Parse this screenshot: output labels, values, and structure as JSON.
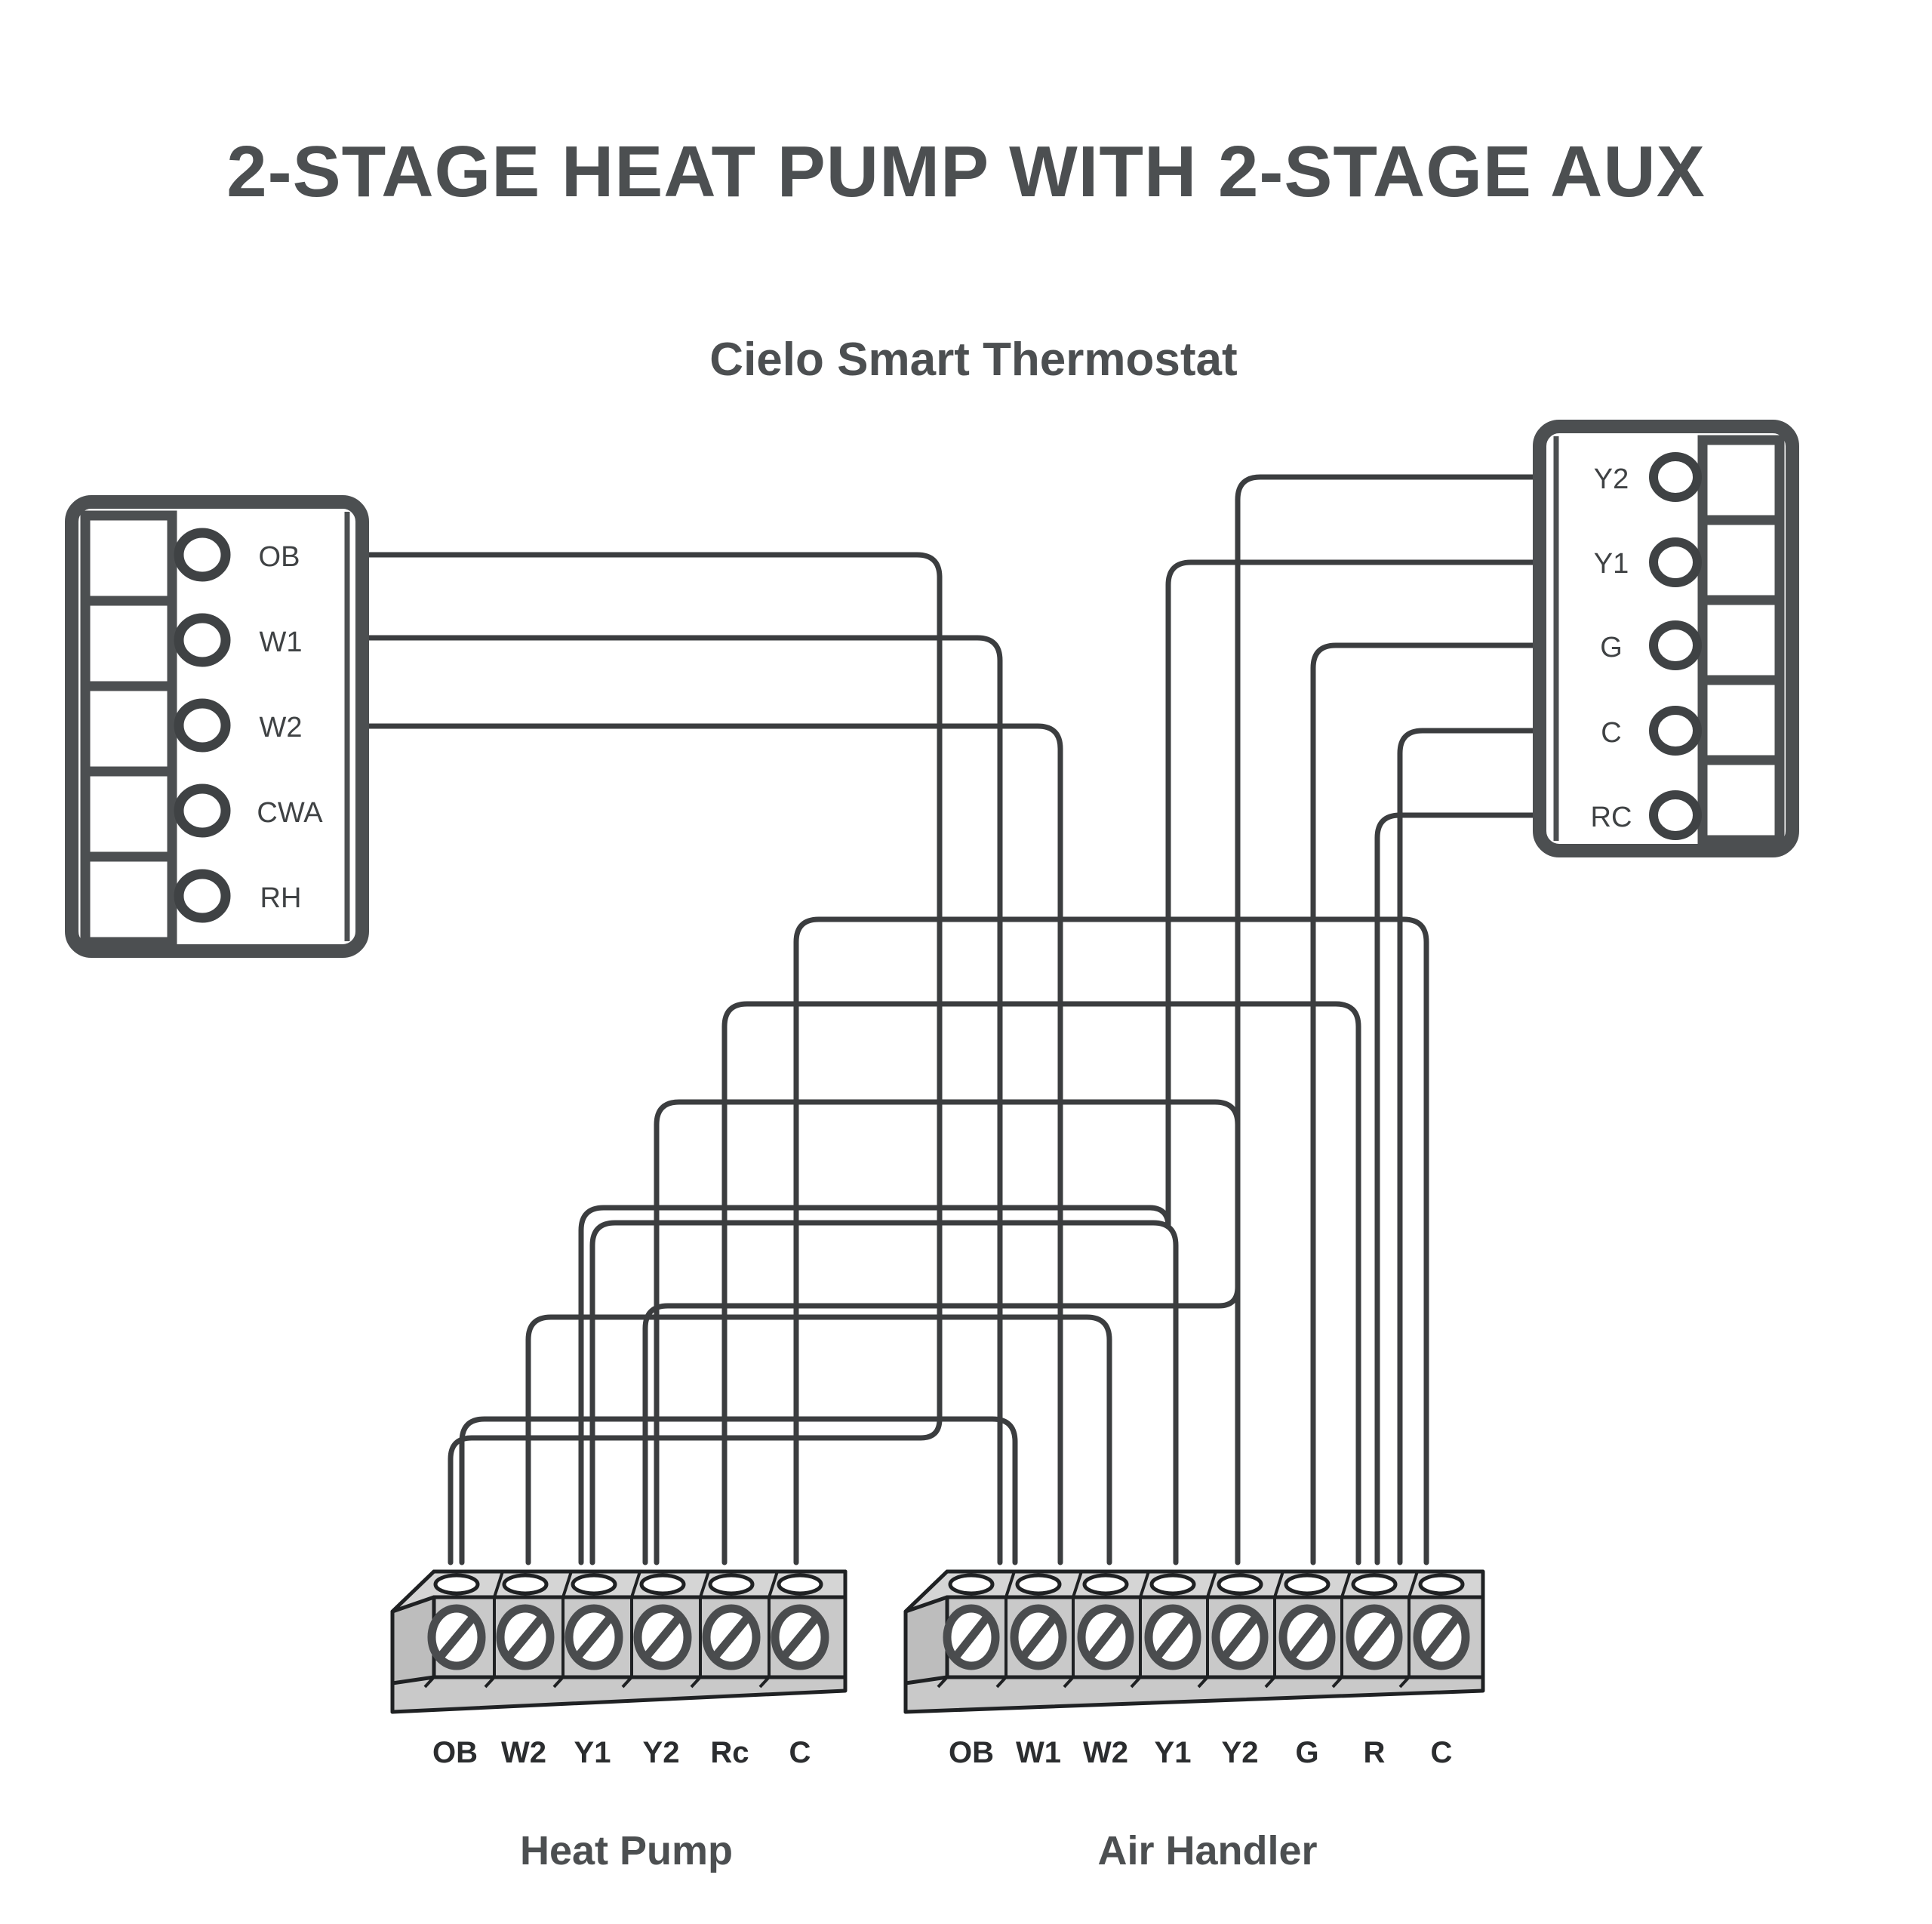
{
  "header": {
    "title": "2-STAGE HEAT PUMP WITH 2-STAGE AUX",
    "subtitle": "Cielo Smart Thermostat"
  },
  "colors": {
    "text": "#4c4f51",
    "wire": "#3b3d3f",
    "panel_stroke": "#4c4f51",
    "block_face": "#c9c9c9",
    "background": "#ffffff"
  },
  "thermostat": {
    "name": "Cielo Smart Thermostat",
    "left_panel": {
      "name": "thermostat-left-terminal-panel",
      "terminals": [
        {
          "label": "OB"
        },
        {
          "label": "W1"
        },
        {
          "label": "W2"
        },
        {
          "label": "CWA"
        },
        {
          "label": "RH"
        }
      ]
    },
    "right_panel": {
      "name": "thermostat-right-terminal-panel",
      "terminals": [
        {
          "label": "Y2"
        },
        {
          "label": "Y1"
        },
        {
          "label": "G"
        },
        {
          "label": "C"
        },
        {
          "label": "RC"
        }
      ]
    }
  },
  "devices": [
    {
      "id": "heat-pump",
      "name": "Heat Pump",
      "terminals": [
        "OB",
        "W2",
        "Y1",
        "Y2",
        "Rc",
        "C"
      ]
    },
    {
      "id": "air-handler",
      "name": "Air Handler",
      "terminals": [
        "OB",
        "W1",
        "W2",
        "Y1",
        "Y2",
        "G",
        "R",
        "C"
      ]
    }
  ],
  "connections": [
    {
      "from": "thermostat.OB",
      "to": "heat-pump.OB"
    },
    {
      "from": "thermostat.W1",
      "to": "air-handler.W1"
    },
    {
      "from": "thermostat.W2",
      "to": "air-handler.W2"
    },
    {
      "from": "thermostat.Y2",
      "to": "heat-pump.Y2"
    },
    {
      "from": "thermostat.Y1",
      "to": "heat-pump.Y1"
    },
    {
      "from": "thermostat.G",
      "to": "air-handler.G"
    },
    {
      "from": "thermostat.C",
      "to": "air-handler.C"
    },
    {
      "from": "thermostat.RC",
      "to": "air-handler.R"
    },
    {
      "from": "heat-pump.Rc",
      "to": "air-handler.R"
    },
    {
      "from": "heat-pump.C",
      "to": "air-handler.C"
    },
    {
      "from": "heat-pump.W2",
      "to": "air-handler.W2"
    },
    {
      "from": "heat-pump.OB",
      "to": "air-handler.OB"
    },
    {
      "from": "heat-pump.Y1",
      "to": "air-handler.Y1"
    },
    {
      "from": "heat-pump.Y2",
      "to": "air-handler.Y2"
    }
  ]
}
